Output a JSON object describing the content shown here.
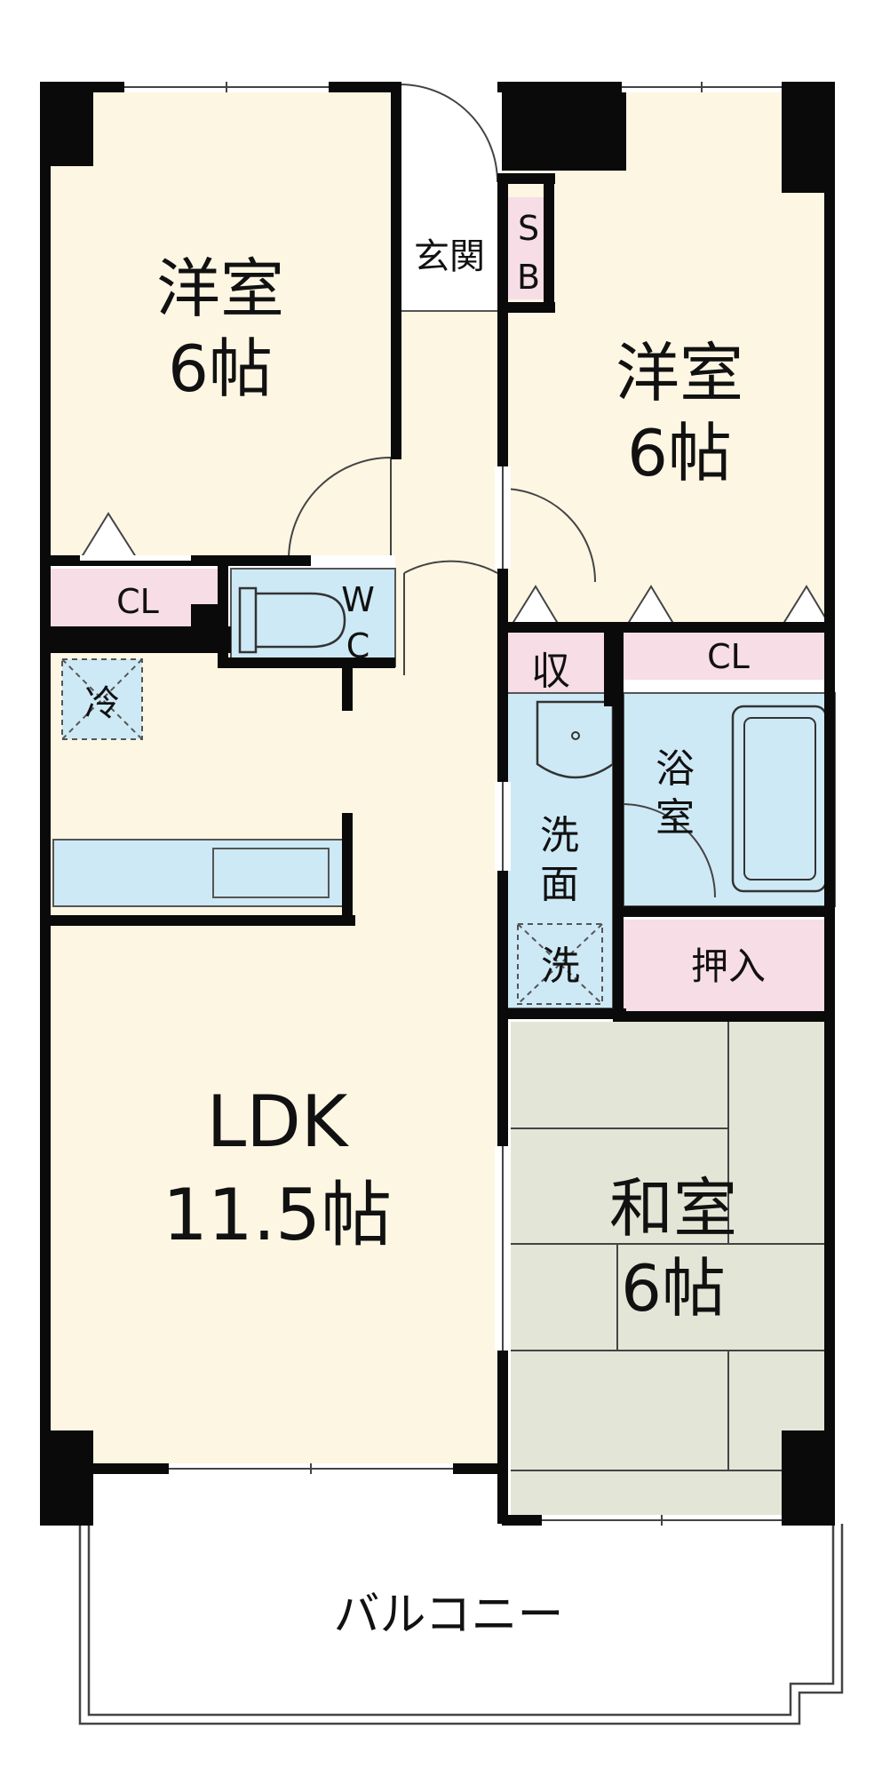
{
  "colors": {
    "wall": "#0a0a0a",
    "room": "#fdf6e3",
    "wet": "#cde9f5",
    "storage": "#f7dde6",
    "tatami": "#e3e6d6",
    "line": "#555555",
    "window": "#ffffff"
  },
  "rooms": {
    "western1": {
      "name": "洋室",
      "size": "6帖"
    },
    "western2": {
      "name": "洋室",
      "size": "6帖"
    },
    "genkan": "玄関",
    "sb": [
      "S",
      "B"
    ],
    "wc": [
      "W",
      "C"
    ],
    "cl_left": "CL",
    "cl_right": "CL",
    "shuu": "収",
    "fridge": "冷",
    "washstand": [
      "洗",
      "面"
    ],
    "bath": [
      "浴",
      "室"
    ],
    "washer": "洗",
    "oshiire": "押入",
    "ldk": {
      "name": "LDK",
      "size": "11.5帖"
    },
    "japanese": {
      "name": "和室",
      "size": "6帖"
    },
    "balcony": "バルコニー"
  }
}
